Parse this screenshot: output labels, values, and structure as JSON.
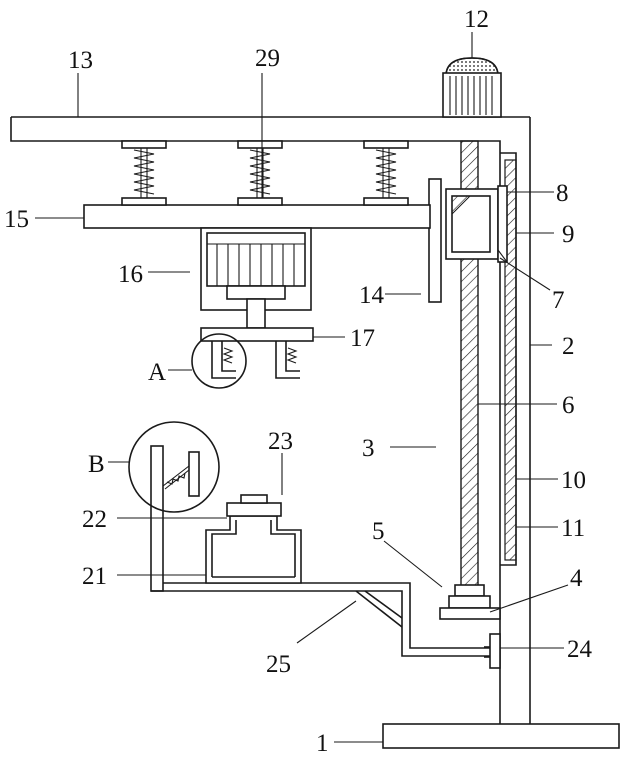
{
  "diagram": {
    "labels": {
      "l1": "1",
      "l2": "2",
      "l3": "3",
      "l4": "4",
      "l5": "5",
      "l6": "6",
      "l7": "7",
      "l8": "8",
      "l9": "9",
      "l10": "10",
      "l11": "11",
      "l12": "12",
      "l13": "13",
      "l14": "14",
      "l15": "15",
      "l16": "16",
      "l17": "17",
      "l21": "21",
      "l22": "22",
      "l23": "23",
      "l24": "24",
      "l25": "25",
      "l29": "29",
      "lA": "A",
      "lB": "B"
    }
  }
}
